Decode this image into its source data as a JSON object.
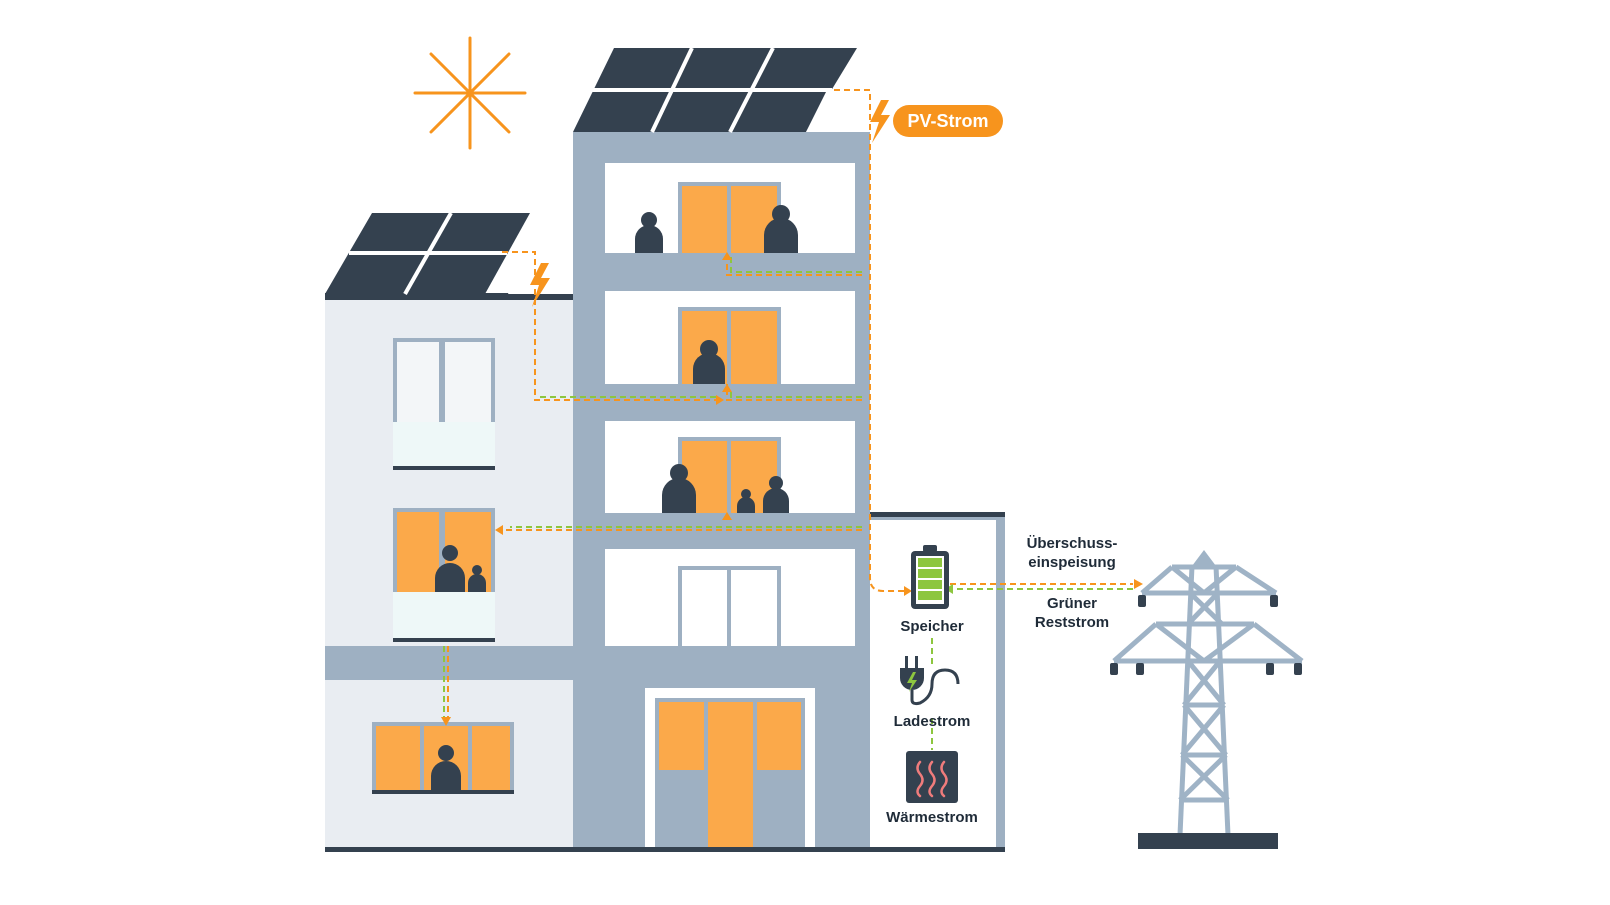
{
  "labels": {
    "pv_strom": "PV-Strom",
    "speicher": "Speicher",
    "ladestrom": "Ladestrom",
    "waermestrom": "Wärmestrom",
    "ueberschuss_line1": "Überschuss-",
    "ueberschuss_line2": "einspeisung",
    "gruener_line1": "Grüner",
    "gruener_line2": "Reststrom"
  },
  "colors": {
    "orange": "#f7941d",
    "window_orange": "#fba94a",
    "green": "#8dc63f",
    "building_grey": "#9eb0c2",
    "wall_light": "#e9edf2",
    "dark": "#34414f",
    "tower": "#9fb3c6"
  }
}
